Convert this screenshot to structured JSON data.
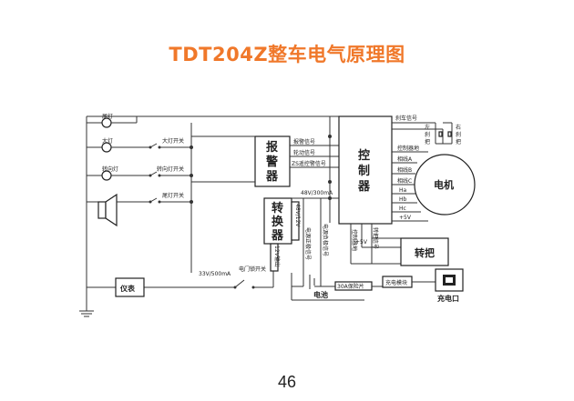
{
  "title": "TDT204Z整车电气原理图",
  "page_number": "46",
  "labels": {
    "tail_lamp": "尾灯",
    "head_lamp": "大灯",
    "head_switch": "大灯开关",
    "turn_lamp": "转向灯",
    "turn_switch": "转向灯开关",
    "tail_switch": "尾灯开关",
    "alarm": [
      "报",
      "警",
      "器"
    ],
    "alarm_signal": "报警信号",
    "wheel_signal": "轮动信号",
    "remote_signal": "ZS遥控警信号",
    "controller": [
      "控",
      "制",
      "器"
    ],
    "brake_signal": "刹车信号",
    "left_brake": [
      "左",
      "刹",
      "把"
    ],
    "right_brake": [
      "右",
      "刹",
      "把"
    ],
    "ctrl_power": "控制器地",
    "phase_a": "相线A",
    "phase_b": "相线B",
    "phase_c": "相线C",
    "ha": "Ha",
    "hb": "Hb",
    "hc": "Hc",
    "plus5v": "+5V",
    "motor": "电机",
    "converter": [
      "转",
      "换",
      "器"
    ],
    "v48": "48V/300mA",
    "conv_v": "48V/12V",
    "conv_out": "12V输出",
    "power_pos": "电源正极信号",
    "power_neg": "电源负极信号",
    "ctrl_gnd": "控制器地",
    "plus5v_b": "+5V",
    "throttle_signal": "转把信号",
    "throttle": "转把",
    "meter": "仪表",
    "v33": "33V/500mA",
    "door_lock": "电门锁开关",
    "battery": "电池",
    "fuse": "30A保险片",
    "charge_module": "充电模块",
    "charge_port": "充电口"
  }
}
